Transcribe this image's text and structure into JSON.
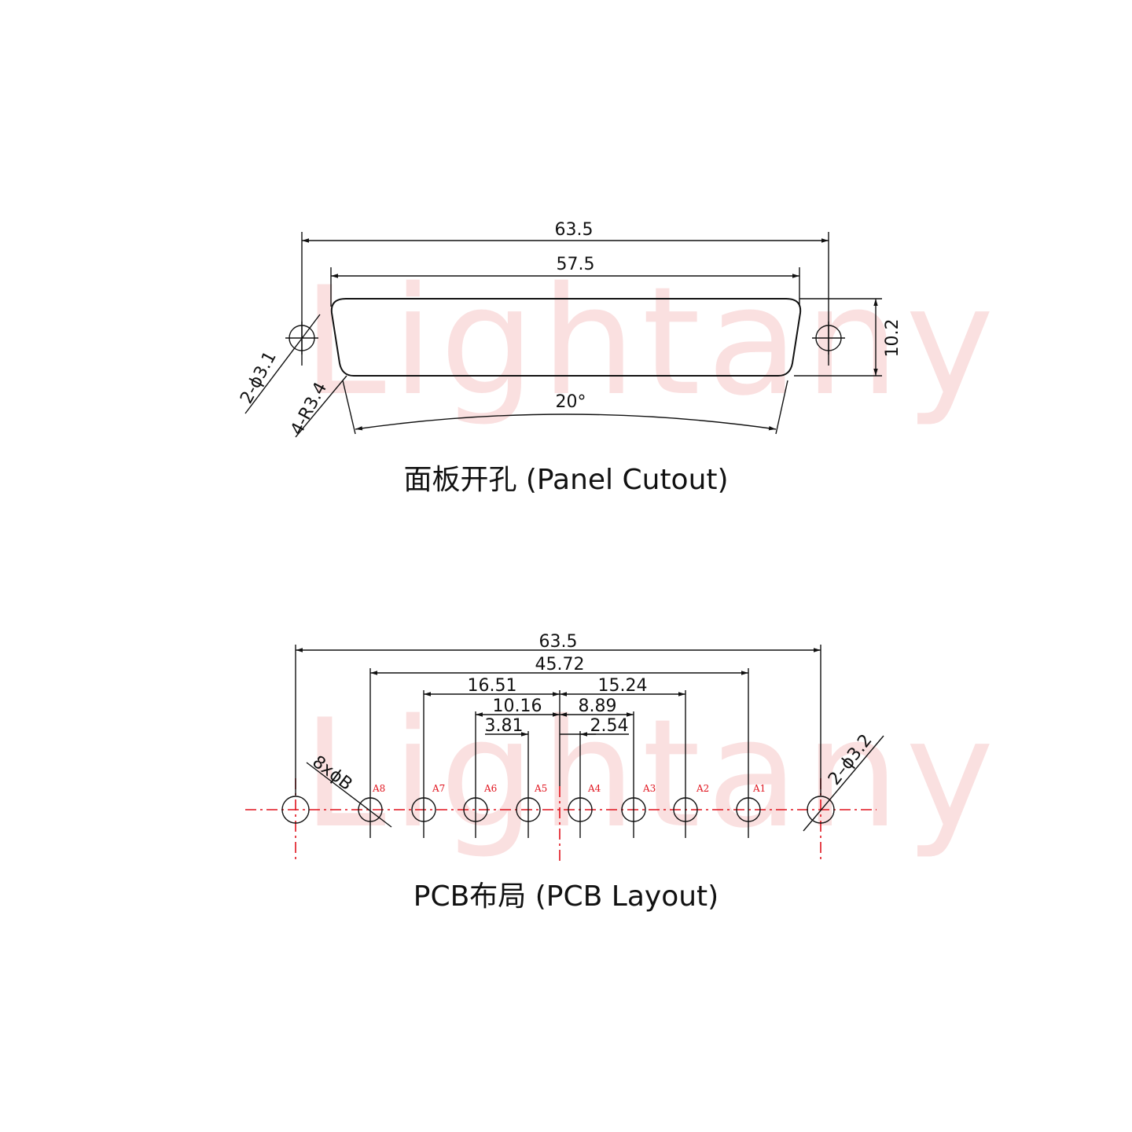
{
  "watermark": "Lightany",
  "panel": {
    "title": "面板开孔 (Panel Cutout)",
    "dim_overall": "63.5",
    "dim_body": "57.5",
    "dim_height": "10.2",
    "dim_angle": "20°",
    "dim_hole": "2-ϕ3.1",
    "dim_radius": "4-R3.4"
  },
  "pcb": {
    "title": "PCB布局 (PCB Layout)",
    "dim_overall": "63.5",
    "dim_pins": "45.72",
    "dim_left_1": "16.51",
    "dim_left_2": "10.16",
    "dim_left_3": "3.81",
    "dim_right_1": "15.24",
    "dim_right_2": "8.89",
    "dim_right_3": "2.54",
    "dim_pin_hole": "8xϕB",
    "dim_mount_hole": "2–ϕ3.2",
    "pins": [
      "A8",
      "A7",
      "A6",
      "A5",
      "A4",
      "A3",
      "A2",
      "A1"
    ]
  },
  "colors": {
    "line": "#111111",
    "centerline": "#e0141e",
    "watermark": "#f6c7c7"
  }
}
